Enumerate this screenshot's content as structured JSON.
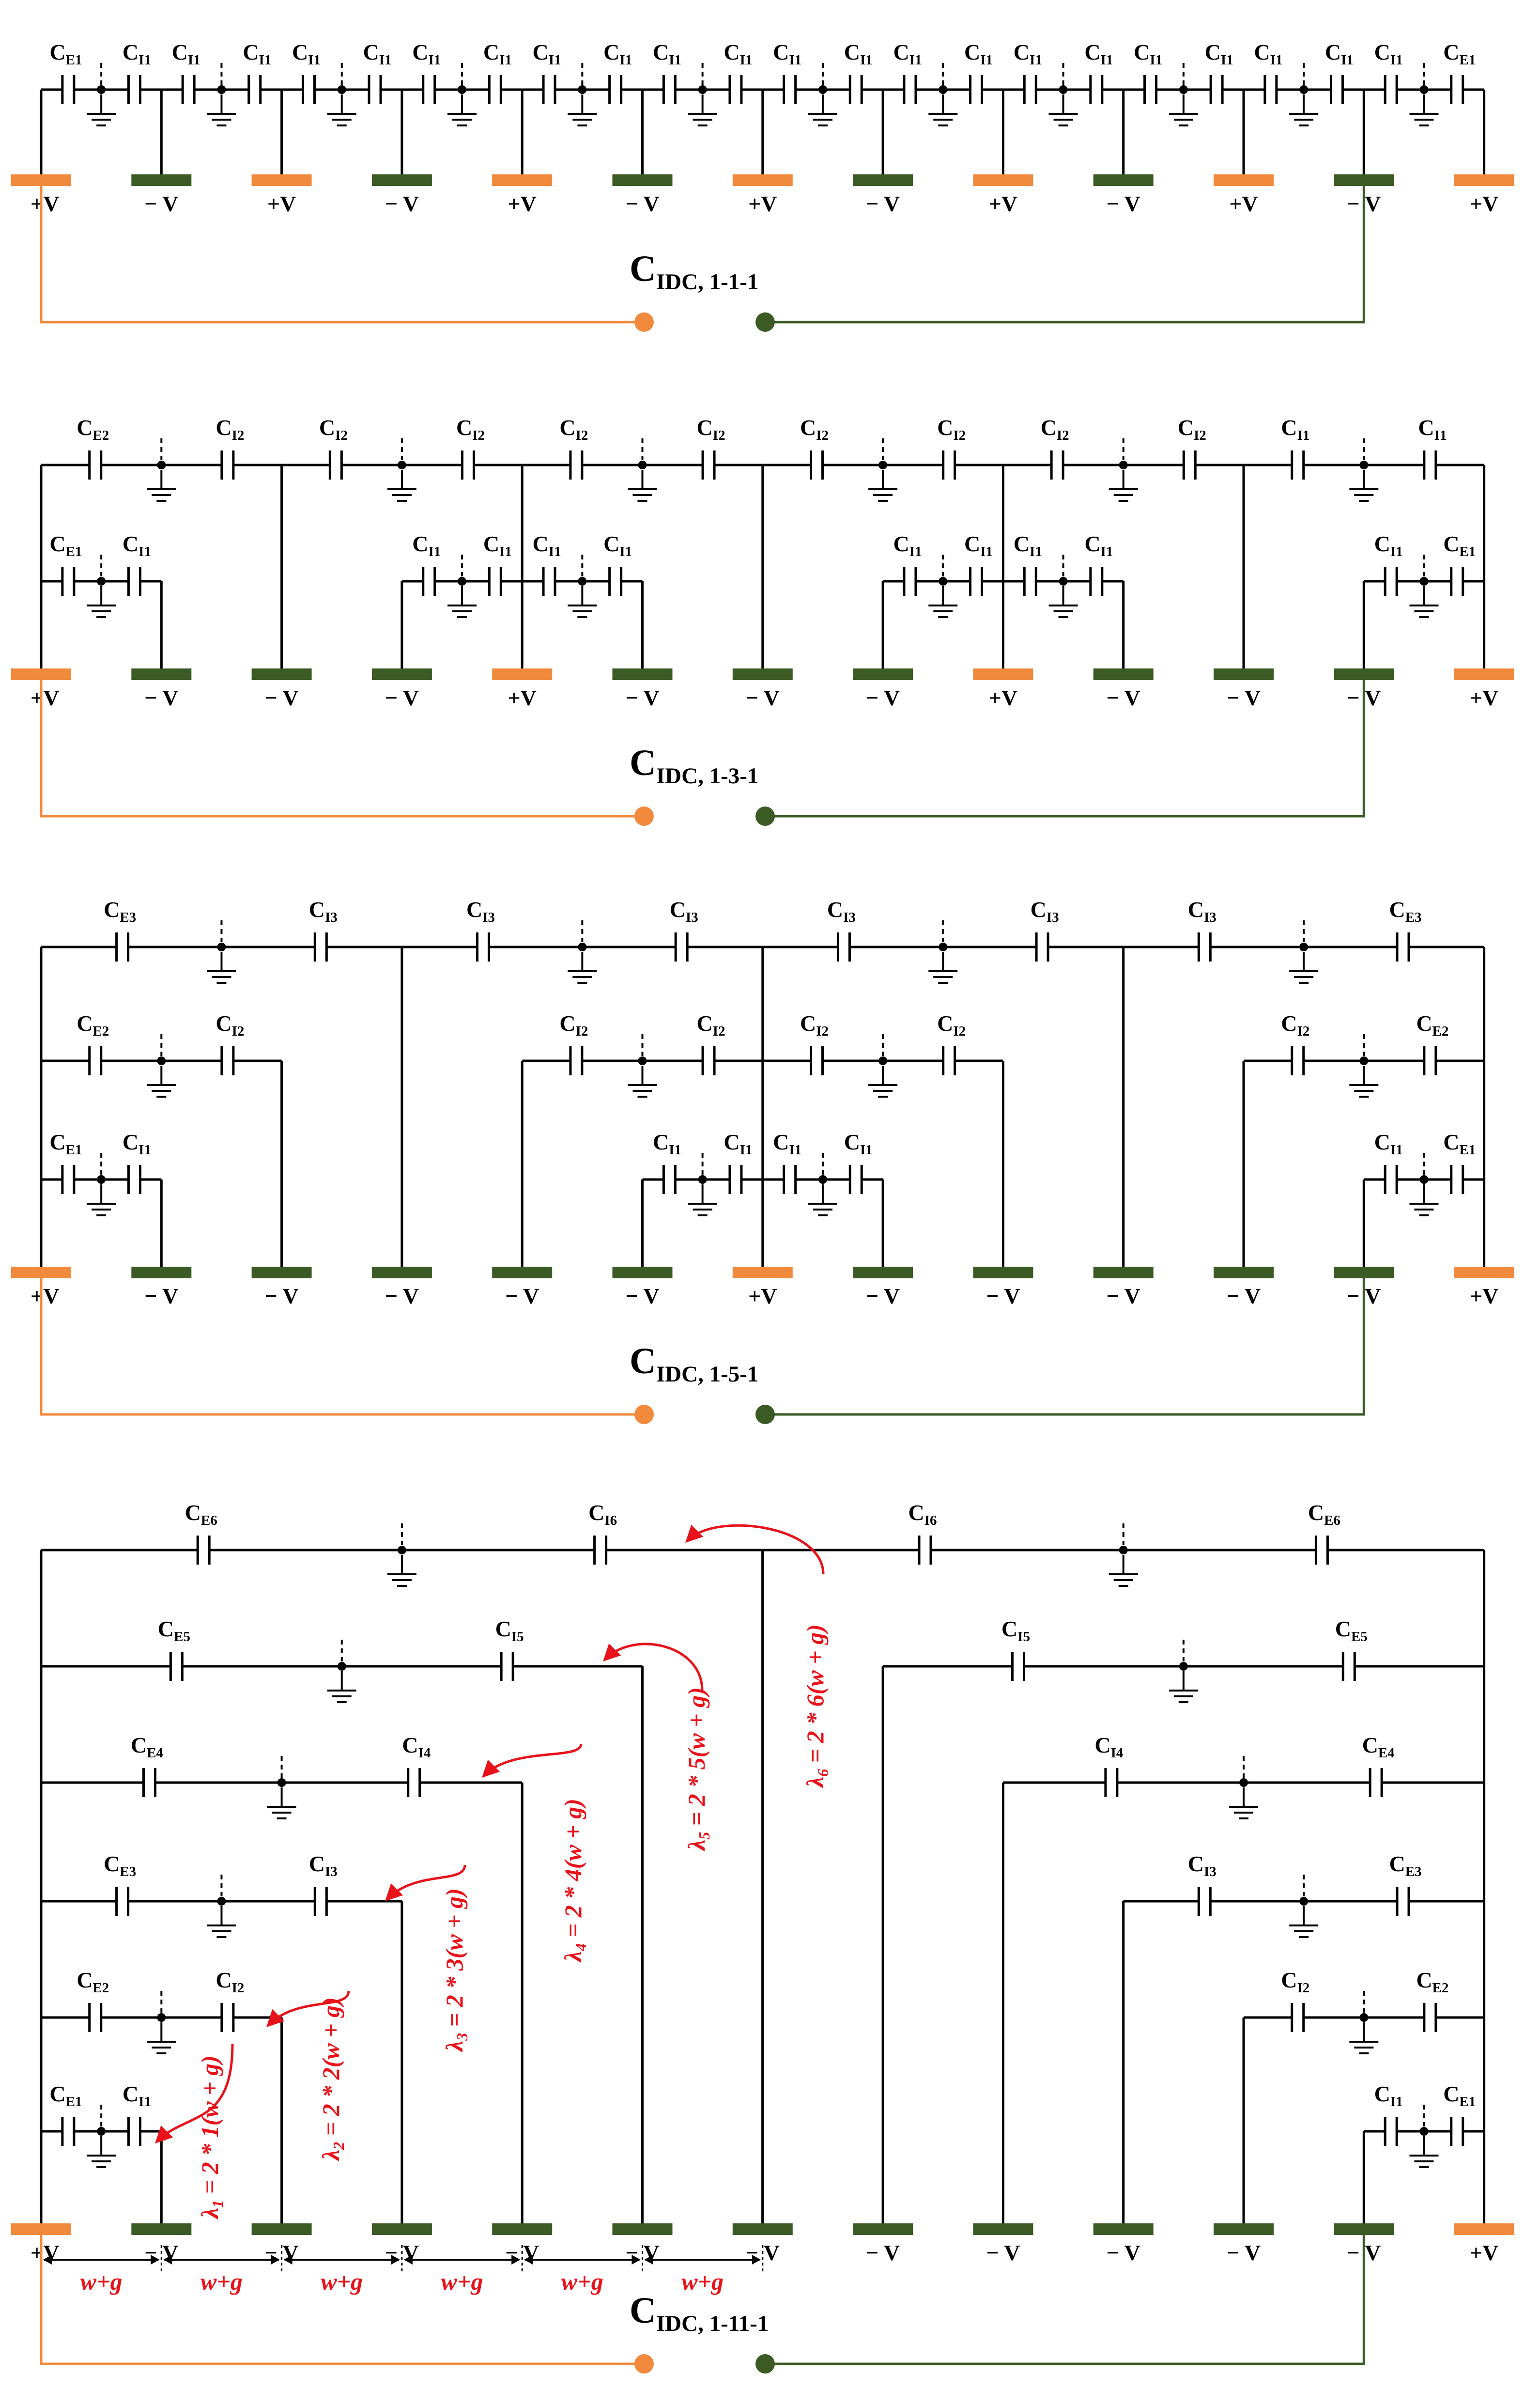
{
  "colors": {
    "positive": "#f18a3c",
    "negative": "#3b5a24",
    "wire": "#000000",
    "annotation": "#e8121a"
  },
  "panels": [
    {
      "capacitor_name": {
        "main": "C",
        "sub": "IDC, 1-1-1"
      },
      "electrode_labels": [
        "+V",
        "− V",
        "+V",
        "− V",
        "+V",
        "− V",
        "+V",
        "− V",
        "+V",
        "− V",
        "+V",
        "− V",
        "+V"
      ],
      "cap_labels": [
        "E1",
        "I1",
        "I1",
        "I1",
        "I1",
        "I1",
        "I1",
        "I1",
        "I1",
        "I1",
        "I1",
        "I1",
        "I1",
        "I1",
        "I1",
        "I1",
        "I1",
        "I1",
        "I1",
        "I1",
        "I1",
        "I1",
        "I1",
        "E1"
      ]
    },
    {
      "capacitor_name": {
        "main": "C",
        "sub": "IDC, 1-3-1"
      },
      "electrode_labels": [
        "+V",
        "− V",
        "− V",
        "− V",
        "+V",
        "− V",
        "− V",
        "− V",
        "+V",
        "− V",
        "− V",
        "− V",
        "+V"
      ],
      "cap_labels": [
        "E2",
        "I2",
        "I2",
        "I2",
        "I2",
        "I2",
        "I2",
        "I2",
        "I2",
        "I2",
        "I1",
        "I1",
        "E1",
        "I1",
        "I1",
        "I1",
        "I1",
        "I1",
        "I1",
        "I1",
        "I1",
        "I1",
        "I1",
        "E1"
      ]
    },
    {
      "capacitor_name": {
        "main": "C",
        "sub": "IDC, 1-5-1"
      },
      "electrode_labels": [
        "+V",
        "− V",
        "− V",
        "− V",
        "− V",
        "− V",
        "+V",
        "− V",
        "− V",
        "− V",
        "− V",
        "− V",
        "+V"
      ],
      "cap_labels": [
        "E3",
        "I3",
        "I3",
        "I3",
        "I3",
        "I3",
        "I3",
        "E3",
        "E2",
        "I2",
        "I2",
        "I2",
        "I2",
        "I2",
        "I2",
        "E2",
        "E1",
        "I1",
        "I1",
        "I1",
        "I1",
        "I1",
        "I1",
        "E1"
      ]
    },
    {
      "capacitor_name": {
        "main": "C",
        "sub": "IDC, 1-11-1"
      },
      "electrode_labels": [
        "+V",
        "− V",
        "− V",
        "− V",
        "− V",
        "− V",
        "− V",
        "− V",
        "− V",
        "− V",
        "− V",
        "− V",
        "+V"
      ],
      "cap_labels": [
        "E6",
        "I6",
        "E5",
        "I5",
        "E4",
        "I4",
        "E3",
        "I3",
        "E2",
        "I2",
        "E1",
        "I1",
        "I6",
        "E6",
        "I5",
        "E5",
        "I4",
        "E4",
        "I3",
        "E3",
        "I2",
        "E2",
        "I1",
        "E1"
      ],
      "wavelengths": [
        {
          "sym": "λ",
          "sub": "1",
          "expr": " = 2 * 1(w + g)"
        },
        {
          "sym": "λ",
          "sub": "2",
          "expr": " = 2 * 2(w + g)"
        },
        {
          "sym": "λ",
          "sub": "3",
          "expr": " = 2 * 3(w + g)"
        },
        {
          "sym": "λ",
          "sub": "4",
          "expr": " = 2 * 4(w + g)"
        },
        {
          "sym": "λ",
          "sub": "5",
          "expr": " = 2 * 5(w + g)"
        },
        {
          "sym": "λ",
          "sub": "6",
          "expr": " = 2 * 6(w + g)"
        }
      ],
      "spacing_labels": [
        "w+g",
        "w+g",
        "w+g",
        "w+g",
        "w+g",
        "w+g"
      ]
    }
  ]
}
